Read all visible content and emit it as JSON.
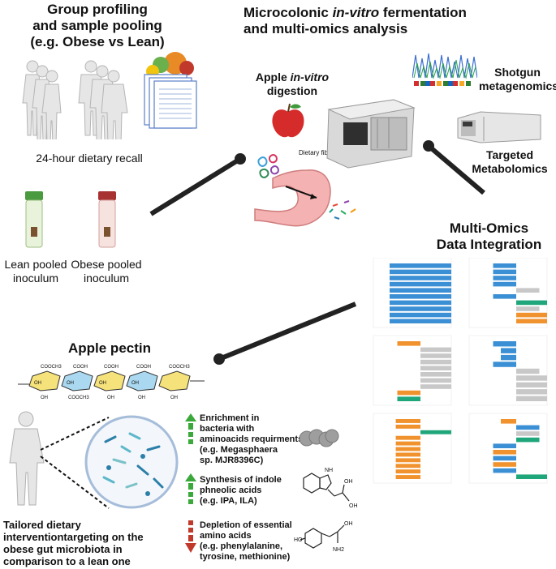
{
  "top_left": {
    "title_line1": "Group profiling",
    "title_line2": "and sample pooling",
    "title_line3": "(e.g. Obese vs Lean)",
    "recall_label": "24-hour dietary recall",
    "lean_label_1": "Lean pooled",
    "lean_label_2": "inoculum",
    "obese_label_1": "Obese pooled",
    "obese_label_2": "inoculum"
  },
  "top_right": {
    "title_line1_pre": "Microcolonic ",
    "title_line1_italic": "in-vitro",
    "title_line1_post": " fermentation",
    "title_line2": "and multi-omics analysis",
    "digestion_pre": "Apple ",
    "digestion_italic": "in-vitro",
    "digestion_line2": "digestion",
    "dietary_fiber": "Dietary fiber",
    "shotgun_1": "Shotgun",
    "shotgun_2": "metagenomics",
    "targeted_1": "Targeted",
    "targeted_2": "Metabolomics"
  },
  "integration": {
    "line1": "Multi-Omics",
    "line2": "Data Integration"
  },
  "pectin": {
    "title": "Apple pectin",
    "groups": [
      "COOCH3",
      "COOH",
      "COOH",
      "COOH",
      "COOCH3",
      "OH",
      "OH",
      "OH",
      "OH",
      "OH",
      "COOCH3",
      "OH",
      "OH",
      "OH"
    ]
  },
  "findings": [
    {
      "direction": "up",
      "lines": [
        "Enrichment in",
        "bacteria with",
        "aminoacids requirments",
        "(e.g. Megasphaera",
        "sp. MJR8396C)"
      ]
    },
    {
      "direction": "up",
      "lines": [
        "Synthesis of indole",
        "phneolic acids",
        "(e.g. IPA, ILA)"
      ]
    },
    {
      "direction": "down",
      "lines": [
        "Depletion of essential",
        "amino acids",
        "(e.g. phenylalanine,",
        "tyrosine, methionine)"
      ]
    }
  ],
  "molecule_labels": {
    "nh": "NH",
    "oh": "OH",
    "ho": "HO",
    "nh2": "NH2"
  },
  "conclusion": {
    "line1": "Tailored dietary",
    "line2": "interventiontargeting on the",
    "line3": "obese gut microbiota in",
    "line4": "comparison to a lean one"
  },
  "colors": {
    "blue": "#3b8fd4",
    "orange": "#f0922e",
    "green": "#1fa67a",
    "gray": "#c8c8c8",
    "up_arrow": "#3aa83a",
    "down_arrow": "#c0392b",
    "dark_line": "#222222"
  },
  "chart_data": [
    {
      "type": "bar",
      "orientation": "horizontal",
      "series": [
        {
          "values": [
            10,
            10,
            10,
            10,
            10,
            10,
            10,
            10,
            10,
            10
          ],
          "colors": [
            "blue",
            "blue",
            "blue",
            "blue",
            "blue",
            "blue",
            "blue",
            "blue",
            "blue",
            "blue"
          ]
        }
      ]
    },
    {
      "type": "bar",
      "orientation": "horizontal",
      "series": [
        {
          "values": [
            -3,
            -3,
            -3,
            -3,
            3,
            -3,
            4,
            3,
            4,
            4
          ],
          "colors": [
            "blue",
            "blue",
            "blue",
            "blue",
            "gray",
            "blue",
            "green",
            "gray",
            "orange",
            "orange"
          ]
        }
      ]
    },
    {
      "type": "bar",
      "orientation": "horizontal",
      "series": [
        {
          "values": [
            -3,
            4,
            4,
            4,
            4,
            4,
            4,
            4,
            -3,
            -3
          ],
          "colors": [
            "orange",
            "gray",
            "gray",
            "gray",
            "gray",
            "gray",
            "gray",
            "gray",
            "orange",
            "green"
          ]
        }
      ]
    },
    {
      "type": "bar",
      "orientation": "horizontal",
      "series": [
        {
          "values": [
            -3,
            -2,
            -2,
            -3,
            3,
            4,
            4,
            4,
            4
          ],
          "colors": [
            "blue",
            "blue",
            "blue",
            "blue",
            "gray",
            "gray",
            "gray",
            "gray",
            "gray"
          ]
        }
      ]
    },
    {
      "type": "bar",
      "orientation": "horizontal",
      "series": [
        {
          "values": [
            -4,
            -4,
            5,
            -4,
            -4,
            -4,
            -4,
            -4,
            -4,
            -4,
            -4
          ],
          "colors": [
            "orange",
            "orange",
            "green",
            "orange",
            "orange",
            "orange",
            "orange",
            "orange",
            "orange",
            "orange",
            "orange"
          ]
        }
      ]
    },
    {
      "type": "bar",
      "orientation": "horizontal",
      "series": [
        {
          "values": [
            -2,
            3,
            3,
            3,
            -3,
            -3,
            -3,
            -3,
            -3,
            4
          ],
          "colors": [
            "orange",
            "blue",
            "gray",
            "green",
            "blue",
            "orange",
            "blue",
            "orange",
            "blue",
            "green"
          ]
        }
      ]
    }
  ]
}
